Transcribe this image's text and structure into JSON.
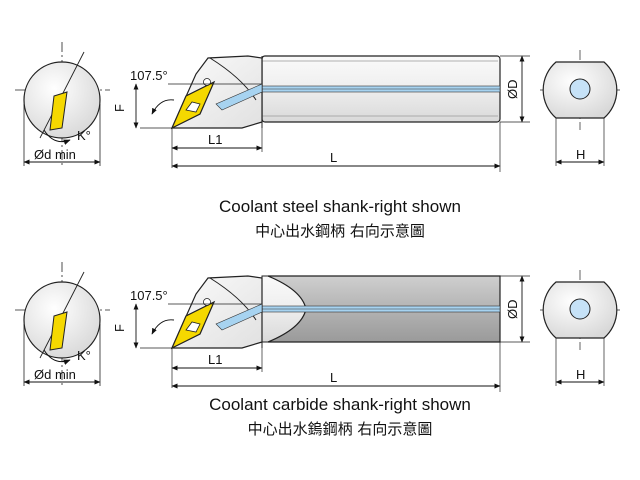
{
  "diagrams": [
    {
      "caption_en": "Coolant steel shank-right shown",
      "caption_zh": "中心出水鋼柄  右向示意圖",
      "labels": {
        "angle": "107.5°",
        "approach_angle": "K°",
        "min_bore": "Ød min",
        "shank_dia": "ØD",
        "offset": "F",
        "head_length": "L1",
        "overall_length": "L",
        "flat_height": "H"
      }
    },
    {
      "caption_en": "Coolant carbide shank-right shown",
      "caption_zh": "中心出水鎢鋼柄  右向示意圖",
      "labels": {
        "angle": "107.5°",
        "approach_angle": "K°",
        "min_bore": "Ød min",
        "shank_dia": "ØD",
        "offset": "F",
        "head_length": "L1",
        "overall_length": "L",
        "flat_height": "H"
      }
    }
  ],
  "colors": {
    "line": "#222222",
    "shank_steel": "#f2f2f2",
    "shank_carbide": "#b8b8b8",
    "insert": "#f5d800",
    "coolant": "#a7d3f0",
    "hole": "#c6e2f7"
  }
}
